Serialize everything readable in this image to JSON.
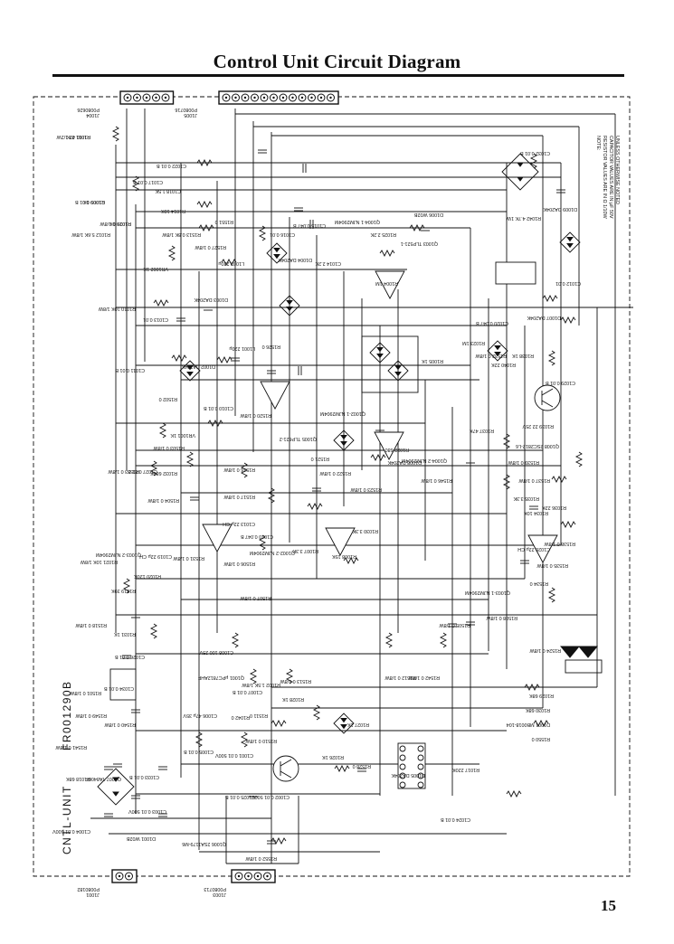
{
  "page": {
    "title": "Control Unit Circuit Diagram",
    "number": "15"
  },
  "diagram": {
    "board_name": "CNTL-UNIT",
    "board_code": "FR001290B",
    "connectors": [
      {
        "ref": "J1004",
        "part": "P0080626",
        "pins": "5"
      },
      {
        "ref": "J1005",
        "part": "P0080716",
        "pins": "12"
      },
      {
        "ref": "J1001",
        "part": "P0080182",
        "pins": "2"
      },
      {
        "ref": "J1003",
        "part": "P0080713",
        "pins": "4"
      }
    ],
    "notes": [
      "NOTE:",
      "RESISTOR VALUES ARE IN Ω 1/10W",
      "CAPACITOR VALUES ARE IN μF 50V",
      "UNLESS OTHERWISE NOTED"
    ],
    "labels": [
      {
        "text": "R1011 47K"
      },
      {
        "text": "R1009 1K"
      },
      {
        "text": "R1019 0 1/8W"
      },
      {
        "text": "C1017 0.01 B"
      },
      {
        "text": "C1018 1.5K"
      },
      {
        "text": "C1022 0.01 B"
      },
      {
        "text": "R1014 10K"
      },
      {
        "text": "R1012 5.6K 1/8W"
      },
      {
        "text": "VR1002 1K"
      },
      {
        "text": "R1513 0.8K 1/8W"
      },
      {
        "text": "R1527 0 1/8W"
      },
      {
        "text": "R1551 0"
      },
      {
        "text": "L1002 220μ"
      },
      {
        "text": "C1016 0.01"
      },
      {
        "text": "D1004 DA204K"
      },
      {
        "text": "C1015 0.047 B"
      },
      {
        "text": "C1014 2.2K"
      },
      {
        "text": "Q1004-1 NJM2904M"
      },
      {
        "text": "R1025 2.2K"
      },
      {
        "text": "R1004 1M"
      },
      {
        "text": "Q1003 TLP521-1"
      },
      {
        "text": "D1006 W02B"
      },
      {
        "text": "R1042 4.7K 1W"
      },
      {
        "text": "C1032 0.01 B"
      },
      {
        "text": "D1009 DA204K"
      },
      {
        "text": "C1012 0.01"
      },
      {
        "text": "R1010 10K 1/8W"
      },
      {
        "text": "C1013 0.01"
      },
      {
        "text": "D1003 DA204K"
      },
      {
        "text": "L1001 220μ"
      },
      {
        "text": "R1526 0"
      },
      {
        "text": "C1011 0.01 B"
      },
      {
        "text": "R1502 0"
      },
      {
        "text": "D1002 DA204K"
      },
      {
        "text": "C1010 0.01 B"
      },
      {
        "text": "VR1001 1K"
      },
      {
        "text": "R1520 0 1/8W"
      },
      {
        "text": "R1005 1K"
      },
      {
        "text": "Q1002-1 NJM2904M"
      },
      {
        "text": "Q1005 TLP621-2"
      },
      {
        "text": "R1022 680"
      },
      {
        "text": "D1008 DA204K"
      },
      {
        "text": "Q1004-2 NJM2904M"
      },
      {
        "text": "R1023 1M"
      },
      {
        "text": "C1020 0.047 B"
      },
      {
        "text": "R1532 0 1/8W"
      },
      {
        "text": "D1007 DA204K"
      },
      {
        "text": "R1038 1K"
      },
      {
        "text": "R1040 22K"
      },
      {
        "text": "C1029 0.01 B"
      },
      {
        "text": "R1039 22 25V"
      },
      {
        "text": "R1037 47K"
      },
      {
        "text": "Q1008 2SC2812-L6"
      },
      {
        "text": "R1539 0 1/8W"
      },
      {
        "text": "R1537 0 1/8W"
      },
      {
        "text": "R1035 3.3K"
      },
      {
        "text": "R1034 10K"
      },
      {
        "text": "R1036 22K"
      },
      {
        "text": "R1538 0 1/8W"
      },
      {
        "text": "C1028 22μ CH"
      },
      {
        "text": "R1535 0 1/8W"
      },
      {
        "text": "R1534 0"
      },
      {
        "text": "Q1003-1 NJM2904M"
      },
      {
        "text": "R1533 0 1/8W"
      },
      {
        "text": "C1027 0.01 B"
      },
      {
        "text": "R1032 680K"
      },
      {
        "text": "R1503 0 1/8W"
      },
      {
        "text": "R1504 0 1/8W"
      },
      {
        "text": "R1516 0 1/8W"
      },
      {
        "text": "R1517 0 1/8W"
      },
      {
        "text": "C1013 22μ CH"
      },
      {
        "text": "R1521 0"
      },
      {
        "text": "R1522 0 1/8W"
      },
      {
        "text": "R1523 0 1/8W"
      },
      {
        "text": "R1546 0 1/8W"
      },
      {
        "text": "R1021 10K 1/8W"
      },
      {
        "text": "C1019 22μ CH"
      },
      {
        "text": "R1531 0 1/8W"
      },
      {
        "text": "R1506 0 1/8W"
      },
      {
        "text": "C1010 0.047 B"
      },
      {
        "text": "Q1002-2 NJM2904M"
      },
      {
        "text": "R1007 3.3K"
      },
      {
        "text": "R1008 15K"
      },
      {
        "text": "R1030 3.3K"
      },
      {
        "text": "R1519 39K"
      },
      {
        "text": "Q1003-2 NJM2904M"
      },
      {
        "text": "R1020 120K"
      },
      {
        "text": "R1507 0 1/8W"
      },
      {
        "text": "R1508 0 1/8W"
      },
      {
        "text": "R1505 0 1/8W"
      },
      {
        "text": "R1518 0 1/8W"
      },
      {
        "text": "R1031 1K"
      },
      {
        "text": "C1026 0.01 B"
      },
      {
        "text": "R1501 0 1/8W"
      },
      {
        "text": "C1034 0.01 B"
      },
      {
        "text": "C1008 100 25V"
      },
      {
        "text": "Q1001 μPC7812AHF"
      },
      {
        "text": "C1007 0.01 B"
      },
      {
        "text": "R1002 1.5K 1/8W"
      },
      {
        "text": "R1513 0 1/8W"
      },
      {
        "text": "R1512 0 1/8W"
      },
      {
        "text": "R1542 0 1/8W"
      },
      {
        "text": "R1524 0 1/8W"
      },
      {
        "text": "R1029 68K"
      },
      {
        "text": "R1030 68K"
      },
      {
        "text": "D1001 MB0018-104"
      },
      {
        "text": "R1550 0"
      },
      {
        "text": "R1549 0 1/8W"
      },
      {
        "text": "R1540 0 1/8W"
      },
      {
        "text": "R1541 0 1/8W"
      },
      {
        "text": "C1006 47μ 35V"
      },
      {
        "text": "C1005 0.01 B"
      },
      {
        "text": "R1042 0"
      },
      {
        "text": "R1511 0"
      },
      {
        "text": "R1510 0 1/8W"
      },
      {
        "text": "R1028 1K"
      },
      {
        "text": "R1027 1K"
      },
      {
        "text": "R1026 1K"
      },
      {
        "text": "R1528 0"
      },
      {
        "text": "D1005 DA204K"
      },
      {
        "text": "R1017 220K"
      },
      {
        "text": "R1018 68K"
      },
      {
        "text": "Q1007 TA8406F"
      },
      {
        "text": "C1033 0.01 B"
      },
      {
        "text": "C1003 0.01 500V"
      },
      {
        "text": "C1004 0.01 500V"
      },
      {
        "text": "D1001 W02B"
      },
      {
        "text": "C1001 0.01 500V"
      },
      {
        "text": "C1002 0.01 500V"
      },
      {
        "text": "C1025 0.01 B"
      },
      {
        "text": "Q1006 2SA1179-M6"
      },
      {
        "text": "R1552 0 1/8W"
      },
      {
        "text": "C1024 0.01 B"
      },
      {
        "text": "R1001 22 1/2W"
      },
      {
        "text": "C1009 0.01 B"
      },
      {
        "text": "R1026 1K"
      }
    ]
  }
}
